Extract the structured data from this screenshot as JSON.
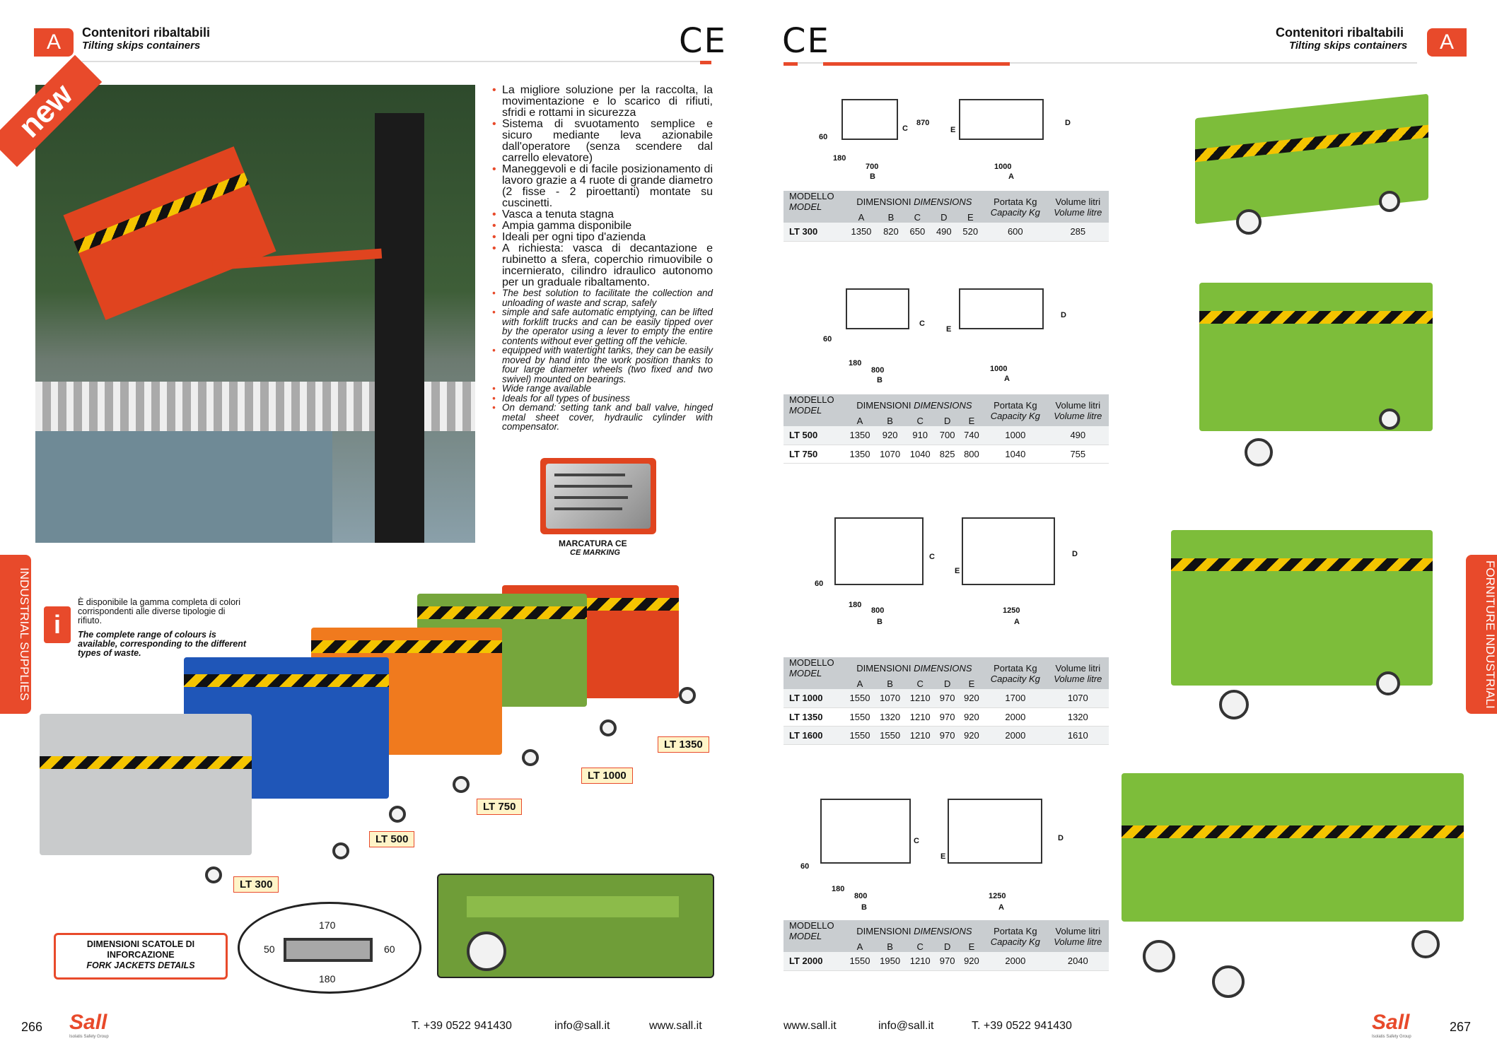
{
  "left_page": {
    "tab": "A",
    "title": "Contenitori ribaltabili",
    "subtitle": "Tilting skips containers",
    "ce_mark": "CE",
    "new_badge": "new",
    "bullets_it": [
      "La migliore soluzione per la raccolta, la movimentazione e lo scarico di rifiuti, sfridi e rottami in sicurezza",
      "Sistema di svuotamento semplice e sicuro mediante leva azionabile dall'operatore (senza scendere dal carrello elevatore)",
      "Maneggevoli e di facile posizionamento di lavoro grazie a 4 ruote di grande diametro (2 fisse - 2 piroettanti) montate su cuscinetti.",
      "Vasca a tenuta stagna",
      "Ampia gamma disponibile",
      "Ideali per ogni tipo d'azienda",
      "A richiesta: vasca di decantazione e rubinetto a sfera, coperchio rimuovibile o incernierato, cilindro idraulico autonomo per un graduale ribaltamento."
    ],
    "bullets_en": [
      "The best solution to facilitate the collection and unloading of waste and scrap, safely",
      "simple and safe automatic emptying, can be lifted with forklift trucks and can be easily tipped over by the operator using a lever to empty the entire contents without ever getting off the vehicle.",
      "equipped with watertight tanks, they can be easily moved by hand into the work position thanks to four large diameter wheels (two fixed and two swivel) mounted on bearings.",
      "Wide range available",
      "Ideals for all types of business",
      "On demand: setting tank and ball valve, hinged metal sheet cover, hydraulic cylinder with compensator."
    ],
    "marking_label_it": "MARCATURA CE",
    "marking_label_en": "CE MARKING",
    "info_it": "È disponibile la gamma completa di colori corrispondenti alle diverse tipologie di rifiuto.",
    "info_en": "The complete range of colours is available, corresponding to the different types of waste.",
    "info_icon": "info-icon",
    "side_label": "INDUSTRIAL SUPPLIES",
    "product_labels": [
      "LT 300",
      "LT 500",
      "LT 750",
      "LT 1000",
      "LT 1350"
    ],
    "bin_colors": [
      "#c9cbcc",
      "#1f56b8",
      "#f07a1e",
      "#76a63c",
      "#e0441f"
    ],
    "fork_box_title_it": "DIMENSIONI SCATOLE DI INFORCAZIONE",
    "fork_box_title_en": "FORK JACKETS DETAILS",
    "fork_dims": {
      "top": "170",
      "bottom": "180",
      "left": "50",
      "right": "60"
    },
    "page_number": "266",
    "phone": "T. +39 0522 941430",
    "email": "info@sall.it",
    "web": "www.sall.it",
    "logo": "Sall",
    "logo_tagline": "Isolatis Safety Group"
  },
  "right_page": {
    "tab": "A",
    "title": "Contenitori ribaltabili",
    "subtitle": "Tilting skips containers",
    "ce_mark": "CE",
    "side_label": "FORNITURE INDUSTRIALI",
    "table_header": {
      "model_it": "MODELLO",
      "model_en": "MODEL",
      "dims_it": "DIMENSIONI",
      "dims_en": "DIMENSIONS",
      "cols": [
        "A",
        "B",
        "C",
        "D",
        "E"
      ],
      "capacity_it": "Portata Kg",
      "capacity_en": "Capacity Kg",
      "volume_it": "Volume litri",
      "volume_en": "Volume litre"
    },
    "drawing_labels": {
      "g1": {
        "h": "870",
        "w1": "700",
        "w2": "180",
        "h2": "60",
        "len": "1000",
        "c": "C",
        "d": "D",
        "e": "E",
        "a": "A",
        "b": "B"
      },
      "g2": {
        "w1": "800",
        "w2": "180",
        "h2": "60",
        "len": "1000",
        "c": "C",
        "d": "D",
        "e": "E",
        "a": "A",
        "b": "B"
      },
      "g3": {
        "w1": "800",
        "w2": "180",
        "h2": "60",
        "len": "1250",
        "c": "C",
        "d": "D",
        "e": "E",
        "a": "A",
        "b": "B"
      },
      "g4": {
        "w1": "800",
        "w2": "180",
        "h2": "60",
        "len": "1250",
        "c": "C",
        "d": "D",
        "e": "E",
        "a": "A",
        "b": "B"
      }
    },
    "groups": [
      {
        "rows": [
          [
            "LT 300",
            "1350",
            "820",
            "650",
            "490",
            "520",
            "600",
            "285"
          ]
        ]
      },
      {
        "rows": [
          [
            "LT 500",
            "1350",
            "920",
            "910",
            "700",
            "740",
            "1000",
            "490"
          ],
          [
            "LT 750",
            "1350",
            "1070",
            "1040",
            "825",
            "800",
            "1040",
            "755"
          ]
        ]
      },
      {
        "rows": [
          [
            "LT 1000",
            "1550",
            "1070",
            "1210",
            "970",
            "920",
            "1700",
            "1070"
          ],
          [
            "LT 1350",
            "1550",
            "1320",
            "1210",
            "970",
            "920",
            "2000",
            "1320"
          ],
          [
            "LT 1600",
            "1550",
            "1550",
            "1210",
            "970",
            "920",
            "2000",
            "1610"
          ]
        ]
      },
      {
        "rows": [
          [
            "LT 2000",
            "1550",
            "1950",
            "1210",
            "970",
            "920",
            "2000",
            "2040"
          ]
        ]
      }
    ],
    "page_number": "267",
    "phone": "T. +39 0522 941430",
    "email": "info@sall.it",
    "web": "www.sall.it",
    "logo": "Sall",
    "logo_tagline": "Isolatis Safety Group"
  }
}
